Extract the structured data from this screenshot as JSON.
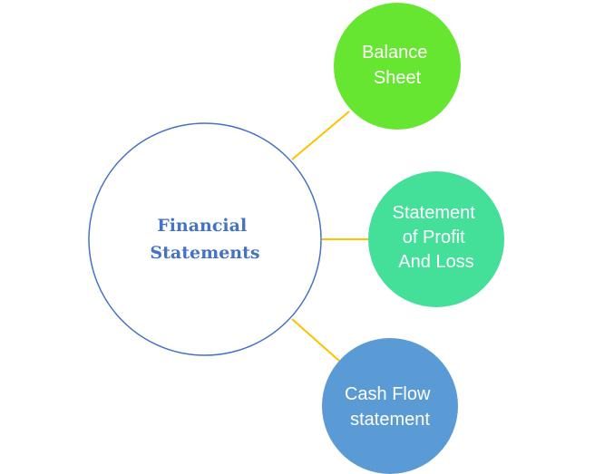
{
  "center": {
    "lines": [
      "Financial",
      "Statements"
    ],
    "text_color": "#4472C4",
    "border_color": "#4472C4"
  },
  "connector_color": "#FFC000",
  "nodes": [
    {
      "id": "balance-sheet",
      "lines": [
        "Balance",
        "Sheet"
      ],
      "fill": "#66E630"
    },
    {
      "id": "statement-of-profit-and-loss",
      "lines": [
        "Statement",
        "of Profit",
        "And Loss"
      ],
      "fill": "#44E09A"
    },
    {
      "id": "cash-flow-statement",
      "lines": [
        "Cash Flow",
        "statement"
      ],
      "fill": "#5B9BD5"
    }
  ]
}
